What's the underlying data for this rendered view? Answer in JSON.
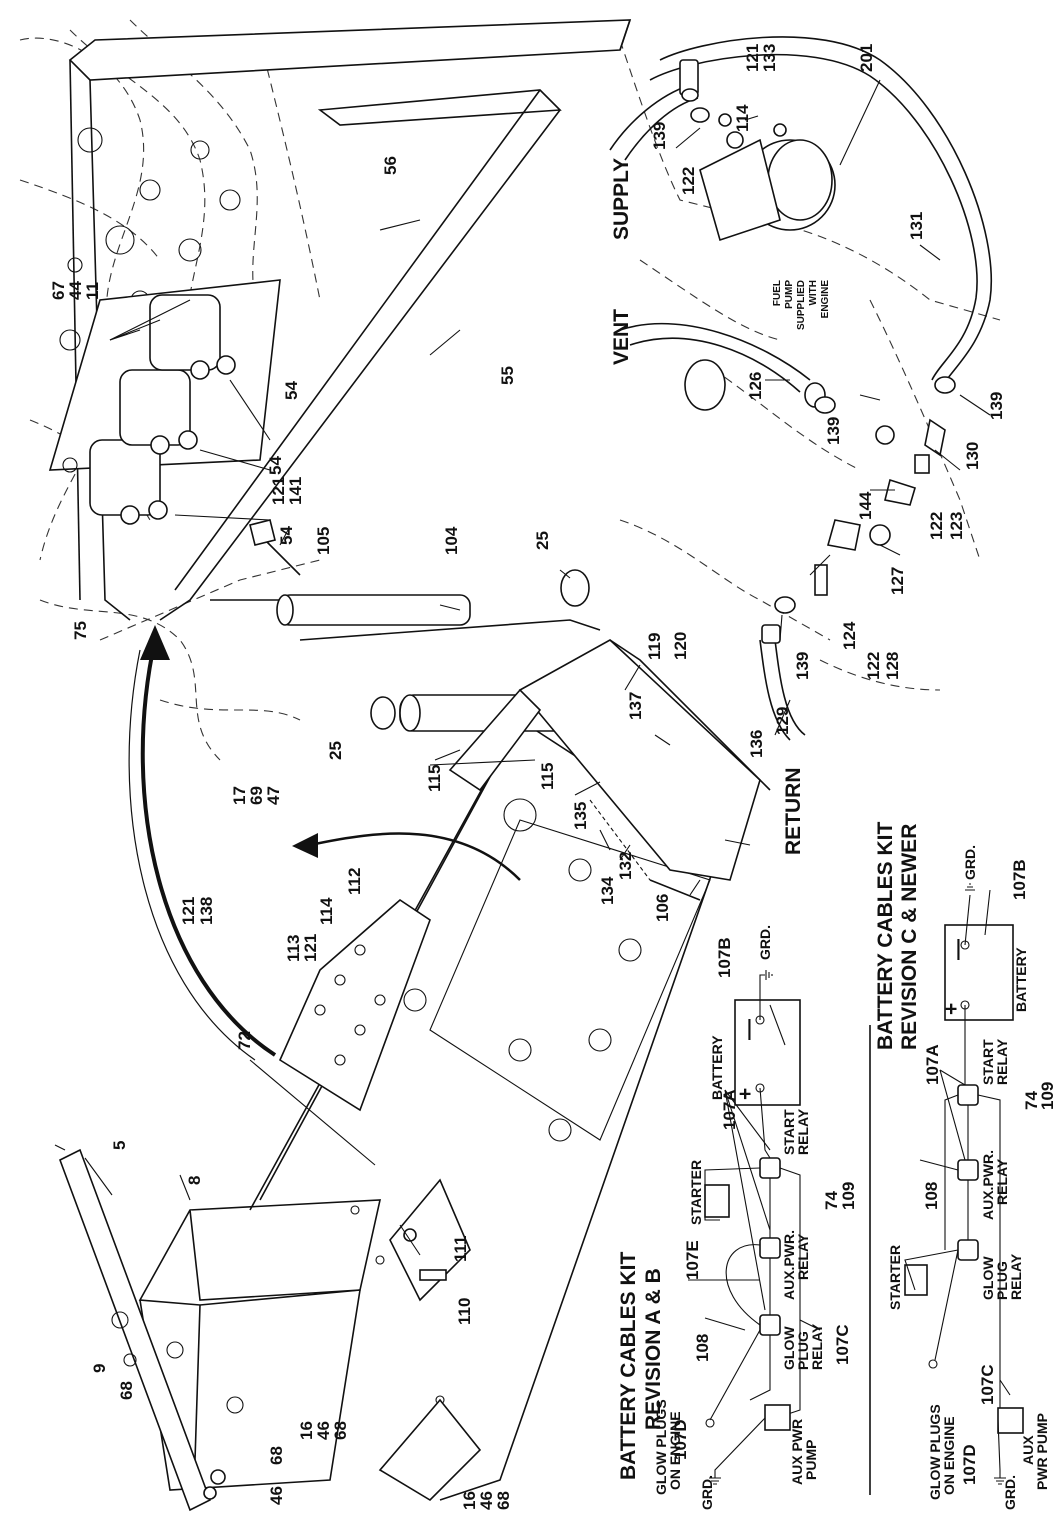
{
  "callouts": {
    "c5": "5",
    "c8": "8",
    "c9": "9",
    "c68a": "68",
    "c68b": "68",
    "c46a": "46",
    "c16a": "16",
    "c46b": "46",
    "c68c": "68",
    "c16b": "16",
    "c46c": "46",
    "c68d": "68",
    "c72": "72",
    "c110": "110",
    "c111": "111",
    "c113": "113",
    "c121a": "121",
    "c114a": "114",
    "c112": "112",
    "c121b": "121",
    "c138": "138",
    "c17": "17",
    "c69": "69",
    "c47": "47",
    "c75": "75",
    "c54a": "54",
    "c54b": "54",
    "c54c": "54",
    "c67": "67",
    "c44": "44",
    "c11": "11",
    "c56": "56",
    "c55": "55",
    "c121c": "121",
    "c141": "141",
    "c105": "105",
    "c104": "104",
    "c25a": "25",
    "c25b": "25",
    "c119": "119",
    "c120": "120",
    "c115a": "115",
    "c115b": "115",
    "c137": "137",
    "c136": "136",
    "c135": "135",
    "c134": "134",
    "c132": "132",
    "c106": "106",
    "c121d": "121",
    "c133": "133",
    "c201": "201",
    "c114b": "114",
    "c139a": "139",
    "c122a": "122",
    "c131": "131",
    "c126": "126",
    "c139b": "139",
    "c139c": "139",
    "c130": "130",
    "c144": "144",
    "c122b": "122",
    "c123": "123",
    "c127": "127",
    "c124": "124",
    "c122c": "122",
    "c128": "128",
    "c139d": "139",
    "c129": "129"
  },
  "labels": {
    "supply": "SUPPLY",
    "vent": "VENT",
    "return": "RETURN",
    "fuel_pump_1": "FUEL",
    "fuel_pump_2": "PUMP",
    "fuel_pump_3": "SUPPLIED",
    "fuel_pump_4": "WITH",
    "fuel_pump_5": "ENGINE"
  },
  "kit_ab": {
    "title_1": "BATTERY CABLES KIT",
    "title_2": "REVISION A & B",
    "c107a": "107A",
    "c107b": "107B",
    "c107c": "107C",
    "c107d": "107D",
    "c107e": "107E",
    "c108": "108",
    "c74": "74",
    "c109": "109",
    "battery": "BATTERY",
    "plus": "+",
    "minus": "—",
    "grd_top": "GRD.",
    "grd_bottom": "GRD.",
    "starter": "STARTER",
    "start_relay_1": "START",
    "start_relay_2": "RELAY",
    "aux_relay_1": "AUX.PWR.",
    "aux_relay_2": "RELAY",
    "glow_relay_1": "GLOW",
    "glow_relay_2": "PLUG",
    "glow_relay_3": "RELAY",
    "glow_engine_1": "GLOW PLUGS",
    "glow_engine_2": "ON ENGINE",
    "aux_pump_1": "AUX PWR",
    "aux_pump_2": "PUMP"
  },
  "kit_c": {
    "title_1": "BATTERY CABLES KIT",
    "title_2": "REVISION C & NEWER",
    "c107a": "107A",
    "c107b": "107B",
    "c107c": "107C",
    "c107d": "107D",
    "c108": "108",
    "c74": "74",
    "c109": "109",
    "battery": "BATTERY",
    "plus": "+",
    "minus": "—",
    "grd_top": "GRD.",
    "grd_bottom": "GRD.",
    "starter": "STARTER",
    "start_relay_1": "START",
    "start_relay_2": "RELAY",
    "aux_relay_1": "AUX.PWR.",
    "aux_relay_2": "RELAY",
    "glow_relay_1": "GLOW",
    "glow_relay_2": "PLUG",
    "glow_relay_3": "RELAY",
    "glow_engine_1": "GLOW PLUGS",
    "glow_engine_2": "ON ENGINE",
    "aux_pump_1": "AUX",
    "aux_pump_2": "PWR PUMP"
  },
  "colors": {
    "ink": "#111111",
    "paper": "#ffffff"
  }
}
